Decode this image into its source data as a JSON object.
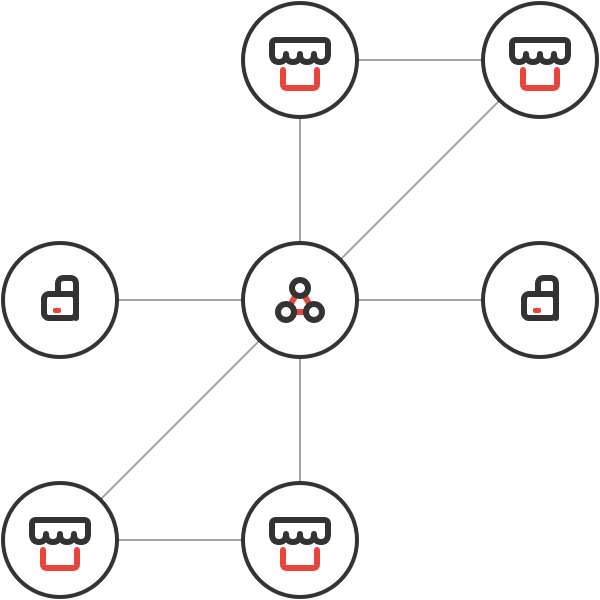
{
  "colors": {
    "background": "#ffffff",
    "node_outline": "#333333",
    "node_fill": "#ffffff",
    "edge": "#a3a3a3",
    "icon_dark": "#333333",
    "icon_accent": "#e8453c"
  },
  "nodes": [
    {
      "id": "hub-center",
      "icon": "network-hub-icon"
    },
    {
      "id": "store-top",
      "icon": "storefront-icon"
    },
    {
      "id": "store-top-right",
      "icon": "storefront-icon"
    },
    {
      "id": "lock-left",
      "icon": "padlock-icon"
    },
    {
      "id": "lock-right",
      "icon": "padlock-icon"
    },
    {
      "id": "store-bottom-left",
      "icon": "storefront-icon"
    },
    {
      "id": "store-bottom",
      "icon": "storefront-icon"
    }
  ],
  "edges": [
    {
      "from": "store-top",
      "to": "store-top-right"
    },
    {
      "from": "store-top",
      "to": "hub-center"
    },
    {
      "from": "store-top-right",
      "to": "hub-center"
    },
    {
      "from": "lock-left",
      "to": "hub-center"
    },
    {
      "from": "hub-center",
      "to": "lock-right"
    },
    {
      "from": "hub-center",
      "to": "store-bottom-left"
    },
    {
      "from": "hub-center",
      "to": "store-bottom"
    },
    {
      "from": "store-bottom-left",
      "to": "store-bottom"
    }
  ]
}
